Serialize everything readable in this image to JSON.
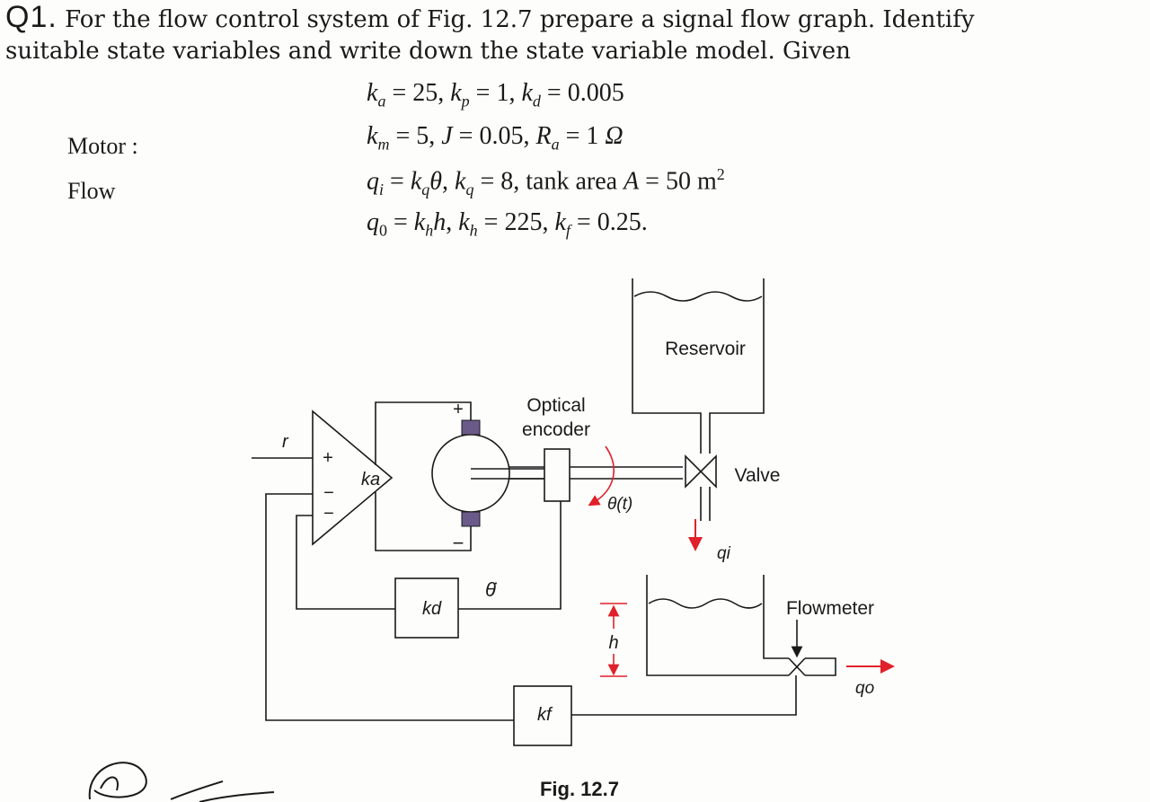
{
  "question": {
    "number": "Q1.",
    "text_line1": "For the flow control system of Fig. 12.7 prepare a signal flow graph. Identify",
    "text_line2": "suitable state variables and write down the state variable model. Given"
  },
  "given": {
    "line1": "ka = 25, kp = 1, kd = 0.005",
    "motor_label": "Motor :",
    "line2": "km = 5, J = 0.05, Ra = 1 Ω",
    "flow_label": "Flow",
    "line3": "qi = kqθ, kq = 8, tank area A = 50 m²",
    "line4": "q0 = khh, kh = 225, kf = 0.25."
  },
  "figure": {
    "caption": "Fig. 12.7",
    "labels": {
      "reservoir": "Reservoir",
      "optical_encoder_1": "Optical",
      "optical_encoder_2": "encoder",
      "valve": "Valve",
      "theta": "θ(t)",
      "qi": "qi",
      "flowmeter": "Flowmeter",
      "qo": "qo",
      "h": "h",
      "r": "r",
      "ka": "ka",
      "kd": "kd",
      "kf": "kf",
      "theta_dot": "θ̇",
      "plus_amp": "+",
      "minus_amp_1": "−",
      "minus_amp_2": "−",
      "plus_motor": "+",
      "minus_motor": "−"
    }
  },
  "colors": {
    "ink": "#1a1a1a",
    "arrow_red": "#e0202a",
    "brush": "#6a5a8a"
  }
}
